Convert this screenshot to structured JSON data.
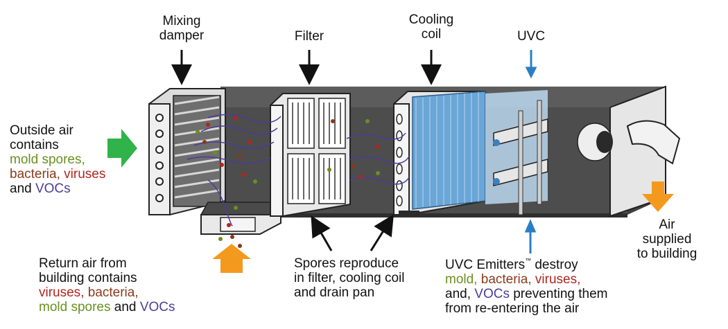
{
  "labels": {
    "mixing_damper": [
      "Mixing",
      "damper"
    ],
    "filter": "Filter",
    "cooling_coil": [
      "Cooling",
      "coil"
    ],
    "uvc": "UVC",
    "outside_air": {
      "line1": "Outside air",
      "line2": "contains",
      "mold_spores": "mold spores,",
      "bacteria": "bacteria,",
      "viruses": "viruses",
      "and": "and",
      "vocs": "VOCs"
    },
    "return_air": {
      "line1": "Return air from",
      "line2": "building contains",
      "viruses": "viruses,",
      "bacteria": "bacteria,",
      "mold_spores": "mold spores",
      "and": "and",
      "vocs": "VOCs"
    },
    "spores": [
      "Spores reproduce",
      "in filter, cooling coil",
      "and drain pan"
    ],
    "uvc_emitters": {
      "prefix": "UVC Emitters",
      "tm": "™",
      "suffix": "destroy",
      "mold": "mold,",
      "bacteria": "bacteria,",
      "viruses": "viruses,",
      "and": "and,",
      "vocs": "VOCs",
      "tail": "preventing them",
      "last": "from re-entering the air"
    },
    "air_supplied": [
      "Air",
      "supplied",
      "to building"
    ]
  },
  "colors": {
    "housing_dark": "#4a4a4a",
    "housing_top": "#5c5c5c",
    "panel": "#e9e9e9",
    "coil_blue": "#6aa6d6",
    "uv_light": "#bcd8ef",
    "arrow_black": "#111111",
    "arrow_blue": "#2a7fc4",
    "arrow_green": "#2fb34a",
    "arrow_orange": "#f39a1e",
    "mold_green": "#6b8f1f",
    "bacteria_brown": "#8a3a1a",
    "virus_red": "#b1261e",
    "voc_purple": "#4b3c97"
  }
}
